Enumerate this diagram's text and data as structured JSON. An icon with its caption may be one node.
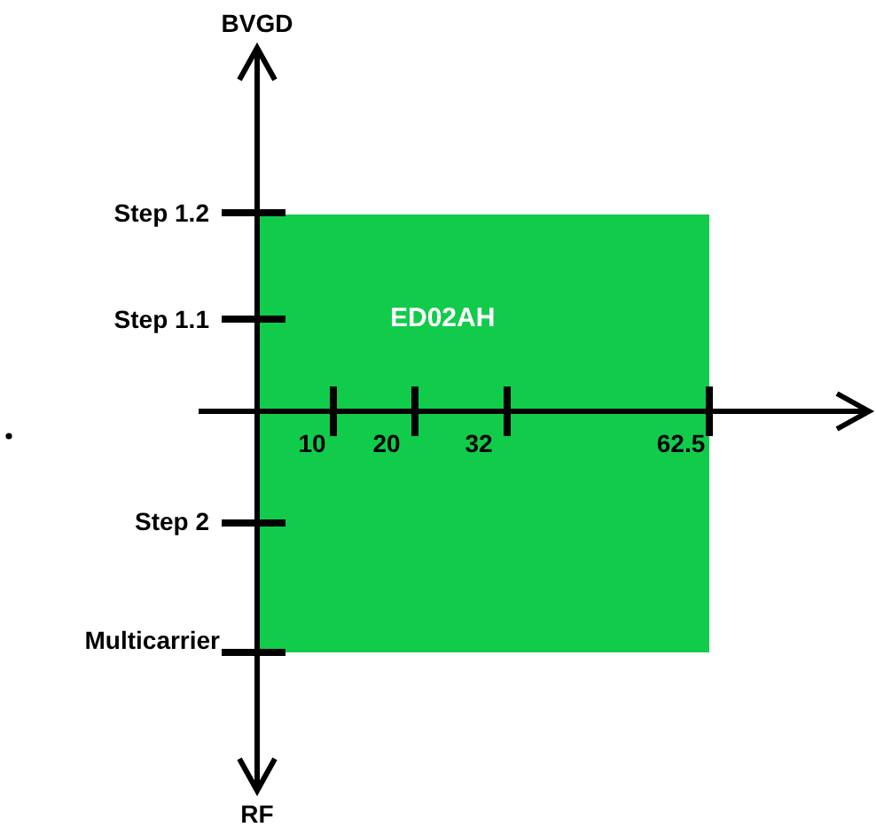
{
  "diagram": {
    "nodes": [
      {
        "text": [
          "ED02AH"
        ]
      }
    ],
    "labels": [
      "BVGD",
      "Step 1.2",
      "Step 1.1",
      "10",
      "20",
      "32",
      "62.5",
      "Step 2",
      "Multicarrier",
      "RF"
    ]
  }
}
